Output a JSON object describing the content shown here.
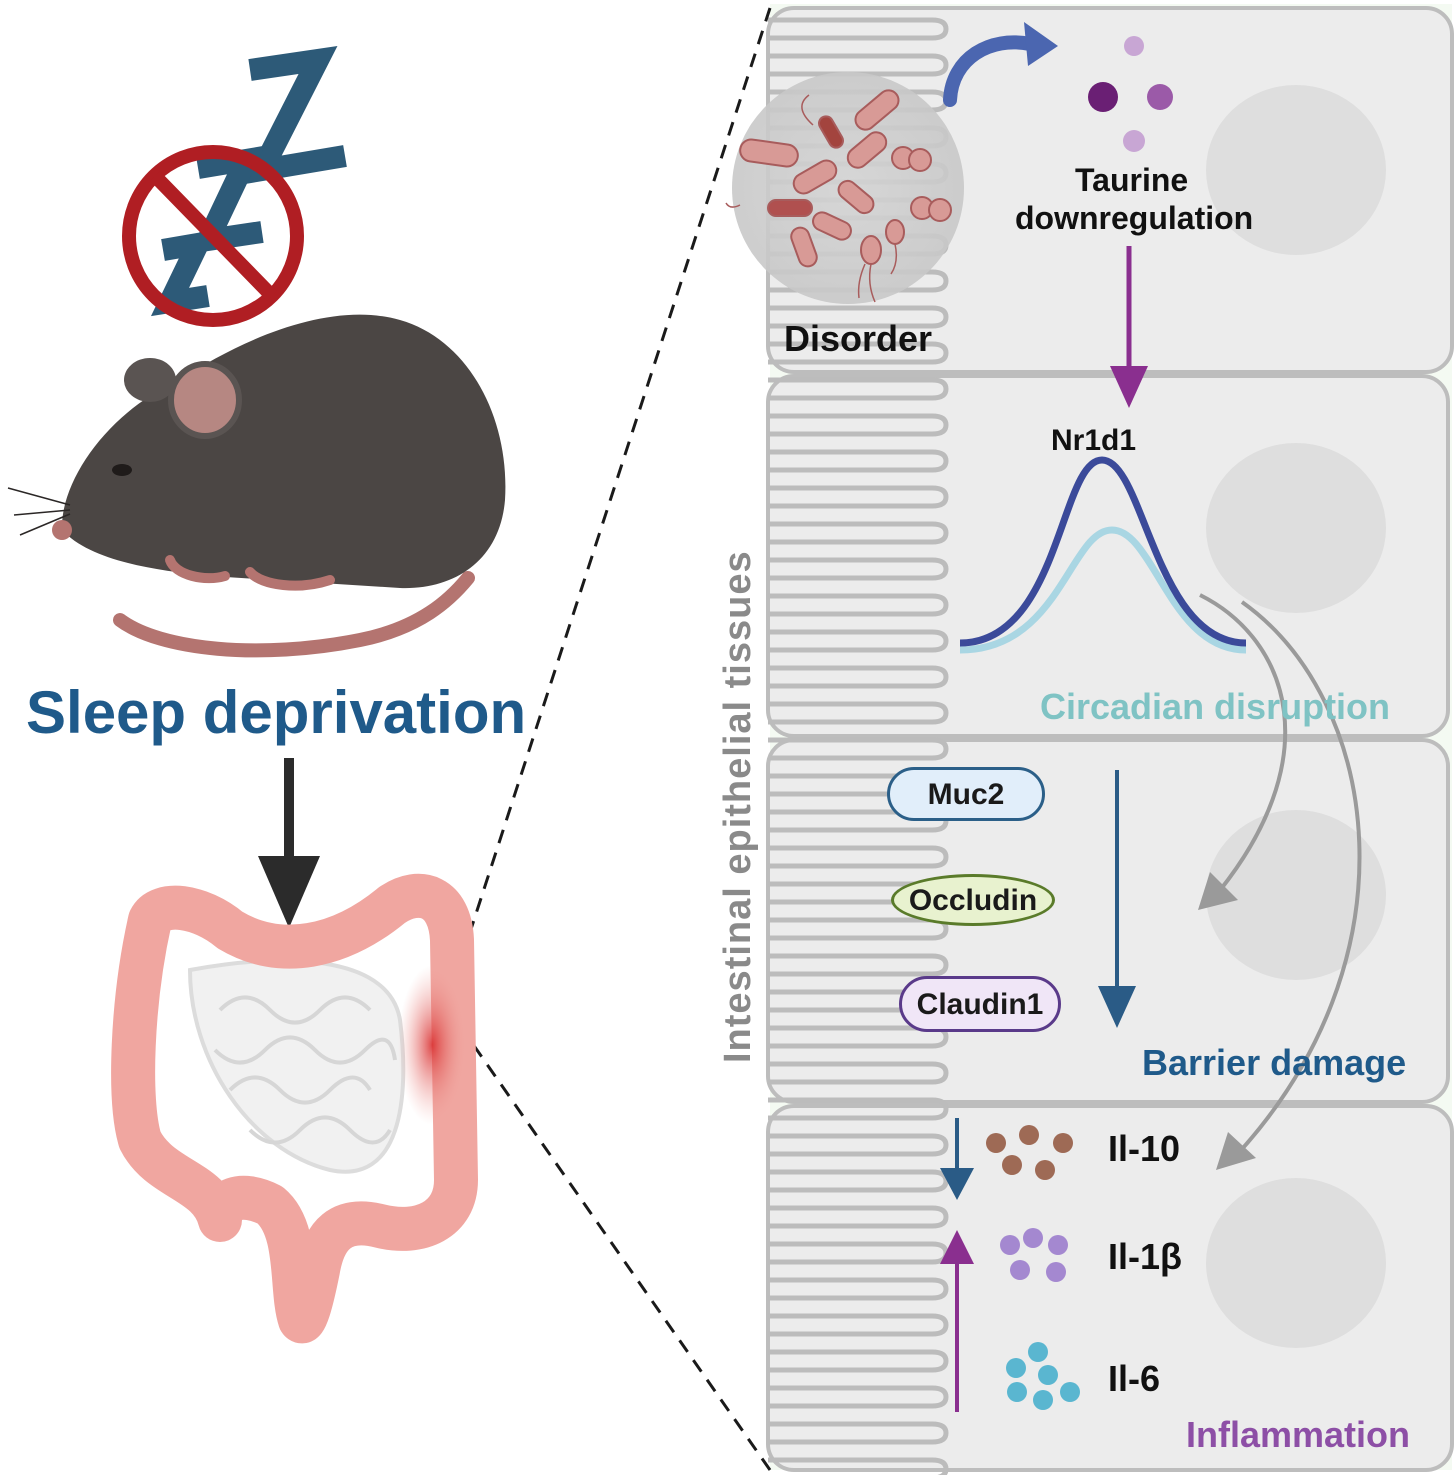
{
  "left": {
    "title": "Sleep deprivation"
  },
  "right": {
    "side_label": "Intestinal epithelial tissues",
    "disorder_label": "Disorder",
    "taurine_line1": "Taurine",
    "taurine_line2": "downregulation",
    "nr1d1_label": "Nr1d1",
    "circadian_label": "Circadian disruption",
    "markers": [
      "Muc2",
      "Occludin",
      "Claudin1"
    ],
    "barrier_label": "Barrier damage",
    "cytokines": [
      "Il-10",
      "Il-1β",
      "Il-6"
    ],
    "inflammation_label": "Inflammation"
  },
  "colors": {
    "title_blue": "#1f5a8a",
    "circadian_teal": "#7fc3c4",
    "barrier_blue": "#1f5a8a",
    "inflammation_purple": "#8d4fa6",
    "arrow_purple": "#8a2f8f",
    "arrow_blue": "#2a5b86",
    "curve_dark": "#3b4a9a",
    "curve_light": "#a9d6e3",
    "no_sign_red": "#b01e23",
    "zzz_blue": "#2d5a78",
    "mouse_body": "#4b4644",
    "colon_pink": "#f0a6a0"
  }
}
